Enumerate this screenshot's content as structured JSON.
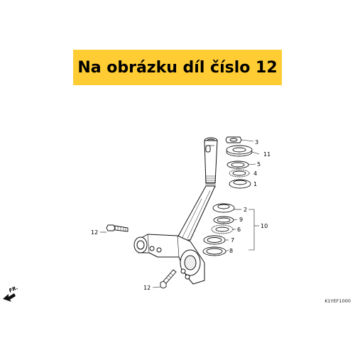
{
  "banner": {
    "text": "Na obrázku díl číslo 12",
    "bg_color": "#ffcc33"
  },
  "callouts": [
    "3",
    "11",
    "5",
    "4",
    "1",
    "2",
    "9",
    "6",
    "7",
    "8",
    "10",
    "12",
    "12"
  ],
  "direction_label": "FR.",
  "diagram_code": "K1YEF1000"
}
